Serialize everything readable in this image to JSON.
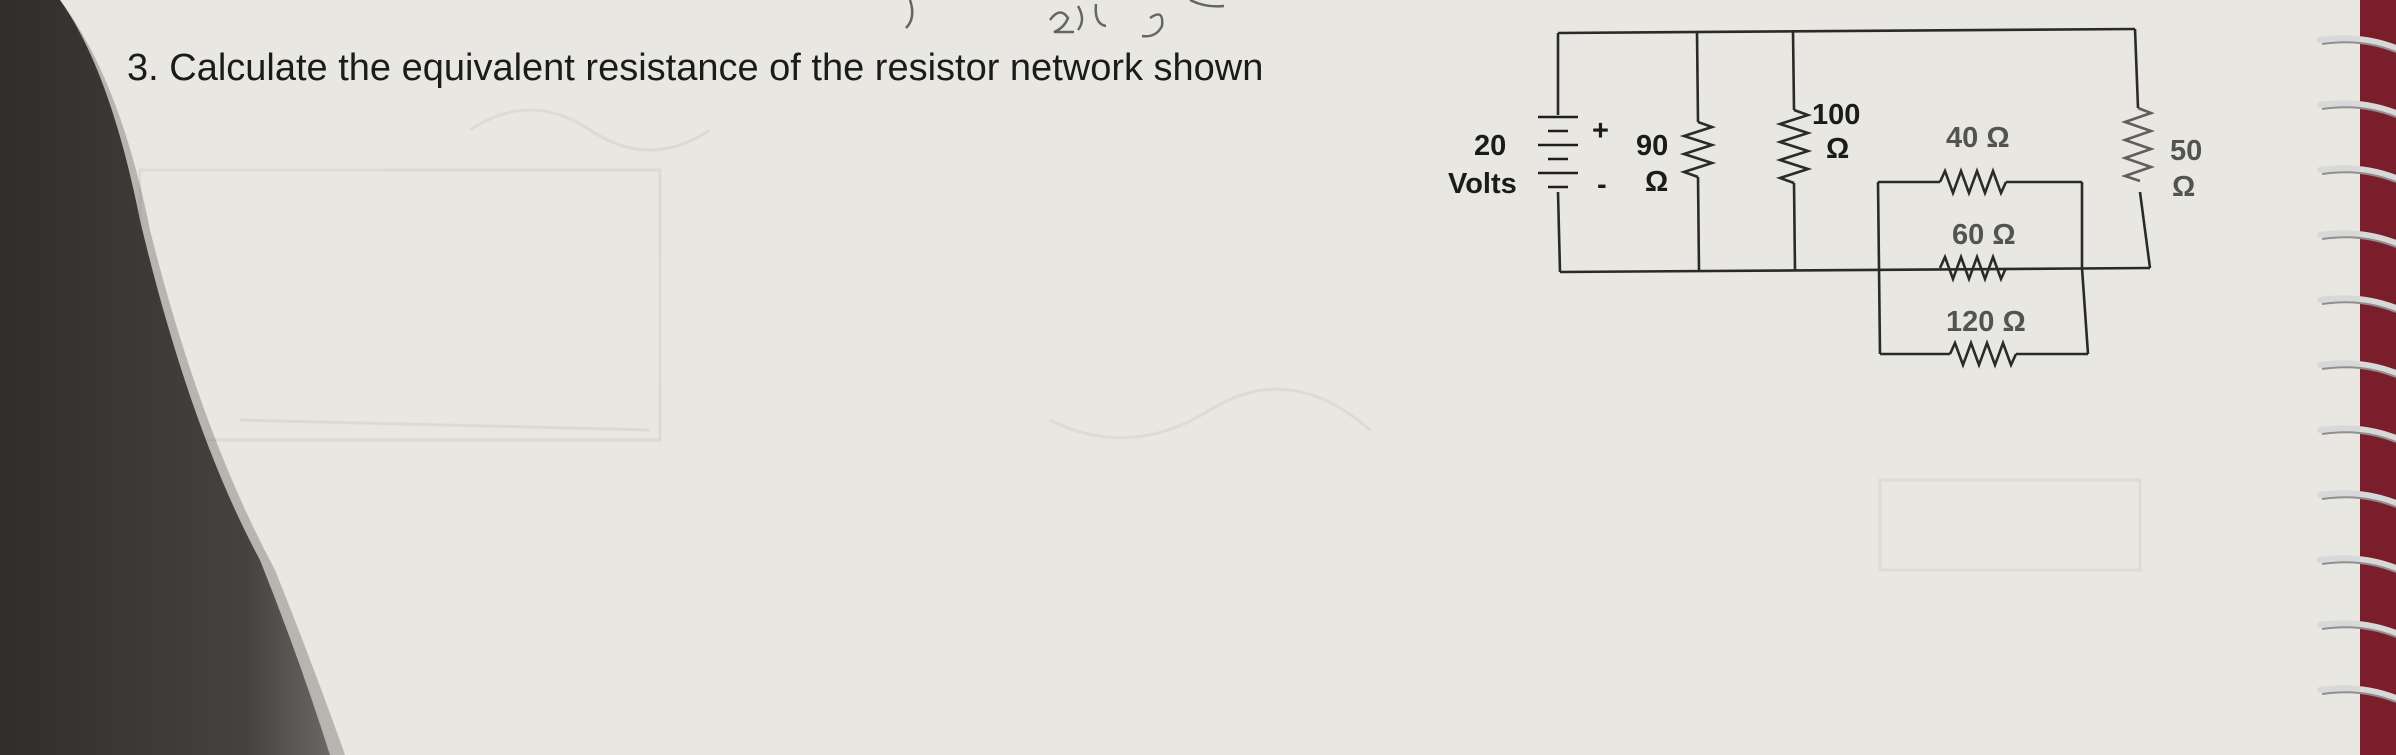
{
  "question": {
    "text": "3. Calculate the equivalent resistance of the resistor network shown"
  },
  "circuit": {
    "source_value": "20",
    "source_unit": "Volts",
    "source_plus": "+",
    "source_minus": "-",
    "resistors": [
      {
        "value": "90",
        "unit": "Ω"
      },
      {
        "value": "100",
        "unit": "Ω"
      },
      {
        "label": "40 Ω"
      },
      {
        "label": "60 Ω"
      },
      {
        "label": "120 Ω"
      },
      {
        "value": "50",
        "unit": "Ω"
      }
    ]
  },
  "colors": {
    "paper": "#e8e7e2",
    "ink": "#1b1b1b",
    "shadow": "#3a3936",
    "spiral": "#7a1e2c"
  }
}
